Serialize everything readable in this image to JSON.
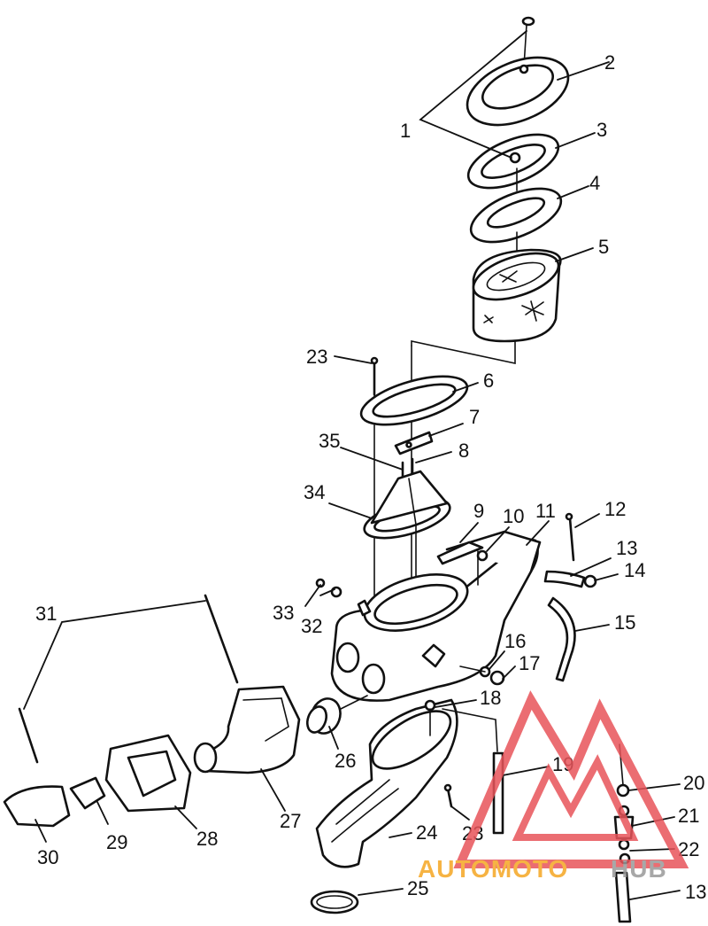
{
  "callouts": [
    {
      "id": "1",
      "text": "1"
    },
    {
      "id": "2",
      "text": "2"
    },
    {
      "id": "3",
      "text": "3"
    },
    {
      "id": "4",
      "text": "4"
    },
    {
      "id": "5",
      "text": "5"
    },
    {
      "id": "6",
      "text": "6"
    },
    {
      "id": "7",
      "text": "7"
    },
    {
      "id": "8",
      "text": "8"
    },
    {
      "id": "9",
      "text": "9"
    },
    {
      "id": "10",
      "text": "10"
    },
    {
      "id": "11",
      "text": "11"
    },
    {
      "id": "12",
      "text": "12"
    },
    {
      "id": "13a",
      "text": "13"
    },
    {
      "id": "13b",
      "text": "13"
    },
    {
      "id": "14",
      "text": "14"
    },
    {
      "id": "15",
      "text": "15"
    },
    {
      "id": "16",
      "text": "16"
    },
    {
      "id": "17",
      "text": "17"
    },
    {
      "id": "18",
      "text": "18"
    },
    {
      "id": "19",
      "text": "19"
    },
    {
      "id": "20",
      "text": "20"
    },
    {
      "id": "21",
      "text": "21"
    },
    {
      "id": "22",
      "text": "22"
    },
    {
      "id": "23a",
      "text": "23"
    },
    {
      "id": "23b",
      "text": "23"
    },
    {
      "id": "24",
      "text": "24"
    },
    {
      "id": "25",
      "text": "25"
    },
    {
      "id": "26",
      "text": "26"
    },
    {
      "id": "27",
      "text": "27"
    },
    {
      "id": "28",
      "text": "28"
    },
    {
      "id": "29",
      "text": "29"
    },
    {
      "id": "30",
      "text": "30"
    },
    {
      "id": "31",
      "text": "31"
    },
    {
      "id": "32",
      "text": "32"
    },
    {
      "id": "33",
      "text": "33"
    },
    {
      "id": "34",
      "text": "34"
    },
    {
      "id": "35",
      "text": "35"
    }
  ],
  "watermark": {
    "text_part1": "AUTOMOTO",
    "text_part2": "HUB",
    "color_red": "#e8545a",
    "color_orange": "#f5a623",
    "color_grey": "#9a9a9a"
  }
}
